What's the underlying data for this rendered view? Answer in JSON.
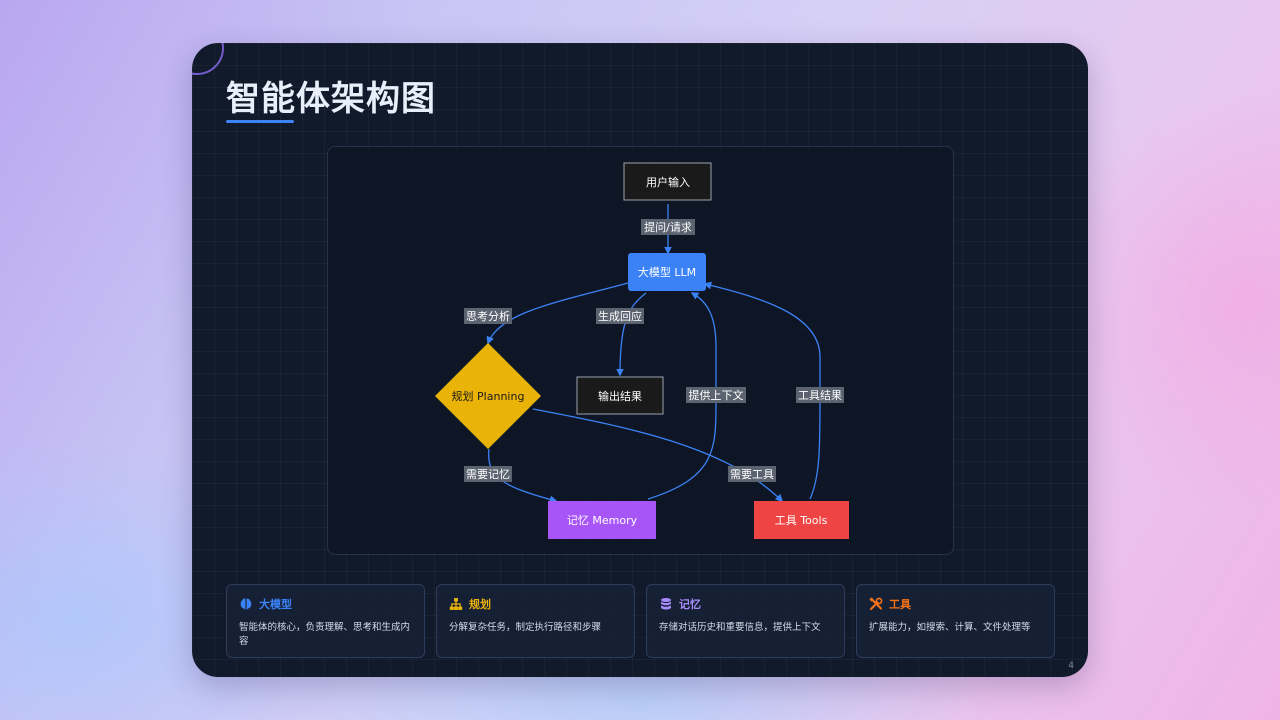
{
  "slide": {
    "title": "智能体架构图",
    "page_number": "4"
  },
  "diagram": {
    "nodes": {
      "user_input": "用户输入",
      "llm": "大模型 LLM",
      "planning": "规划 Planning",
      "output": "输出结果",
      "memory": "记忆 Memory",
      "tools": "工具 Tools"
    },
    "edges": {
      "ask": "提问/请求",
      "think": "思考分析",
      "respond": "生成回应",
      "context": "提供上下文",
      "tool_result": "工具结果",
      "need_memory": "需要记忆",
      "need_tool": "需要工具"
    }
  },
  "colors": {
    "llm": "#3b82f6",
    "planning": "#eab308",
    "memory": "#a855f7",
    "tools": "#ef4444",
    "edge": "#3b82f6",
    "dark_node": "#1a1a1a"
  },
  "cards": [
    {
      "icon": "brain-icon",
      "title": "大模型",
      "color": "#3b82f6",
      "desc": "智能体的核心，负责理解、思考和生成内容"
    },
    {
      "icon": "sitemap-icon",
      "title": "规划",
      "color": "#eab308",
      "desc": "分解复杂任务，制定执行路径和步骤"
    },
    {
      "icon": "database-icon",
      "title": "记忆",
      "color": "#a78bfa",
      "desc": "存储对话历史和重要信息，提供上下文"
    },
    {
      "icon": "tools-icon",
      "title": "工具",
      "color": "#f97316",
      "desc": "扩展能力，如搜索、计算、文件处理等"
    }
  ]
}
